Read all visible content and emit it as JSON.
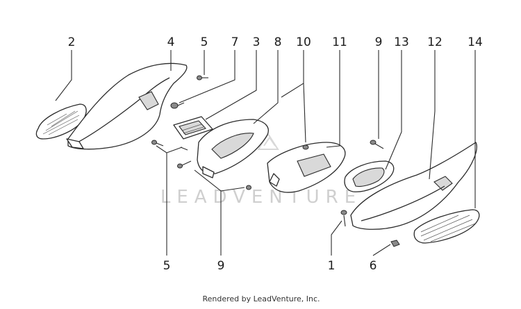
{
  "watermark": "LEADVENTURE",
  "footer": "Rendered by LeadVenture, Inc.",
  "callouts": [
    "2",
    "4",
    "5",
    "7",
    "3",
    "8",
    "10",
    "11",
    "9",
    "13",
    "12",
    "14",
    "5",
    "9",
    "1",
    "6"
  ]
}
